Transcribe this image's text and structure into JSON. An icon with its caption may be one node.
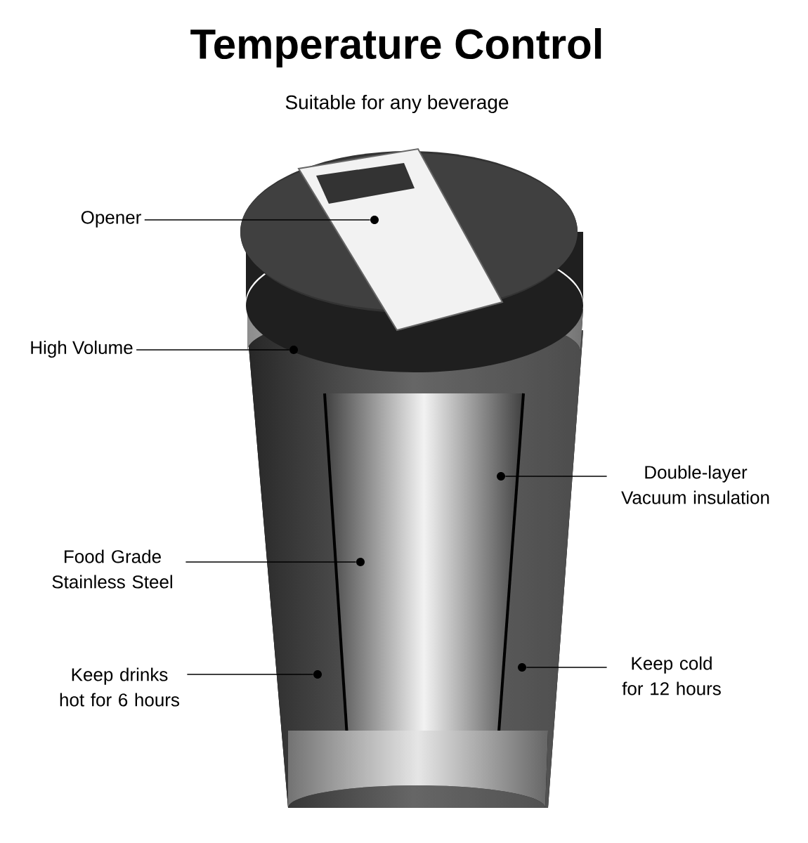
{
  "diagram": {
    "title": "Temperature Control",
    "nodes": [
      {
        "text": [
          "Opener"
        ]
      },
      {
        "text": [
          "High Volume"
        ]
      },
      {
        "text": [
          "Double-layer Vacuum insulation"
        ]
      },
      {
        "text": [
          "Food Grade Stainless Steel"
        ]
      },
      {
        "text": [
          "Keep drinks hot for 6 hours"
        ]
      },
      {
        "text": [
          "Keep cold for 12 hours"
        ]
      },
      {
        "text": [],
        "shape": "circle"
      },
      {
        "text": [],
        "shape": "circle"
      },
      {
        "text": [],
        "shape": "circle"
      },
      {
        "text": [],
        "shape": "circle"
      },
      {
        "text": [],
        "shape": "circle"
      },
      {
        "text": [],
        "shape": "circle"
      }
    ],
    "edges": [
      {
        "from": 0,
        "to": 6,
        "arrow": "none"
      },
      {
        "from": 1,
        "to": 7,
        "arrow": "none"
      },
      {
        "from": 2,
        "to": 8,
        "arrow": "none"
      },
      {
        "from": 3,
        "to": 9,
        "arrow": "none"
      },
      {
        "from": 4,
        "to": 10,
        "arrow": "none"
      },
      {
        "from": 5,
        "to": 11,
        "arrow": "none"
      }
    ],
    "labels": [
      "Suitable for any beverage"
    ]
  }
}
